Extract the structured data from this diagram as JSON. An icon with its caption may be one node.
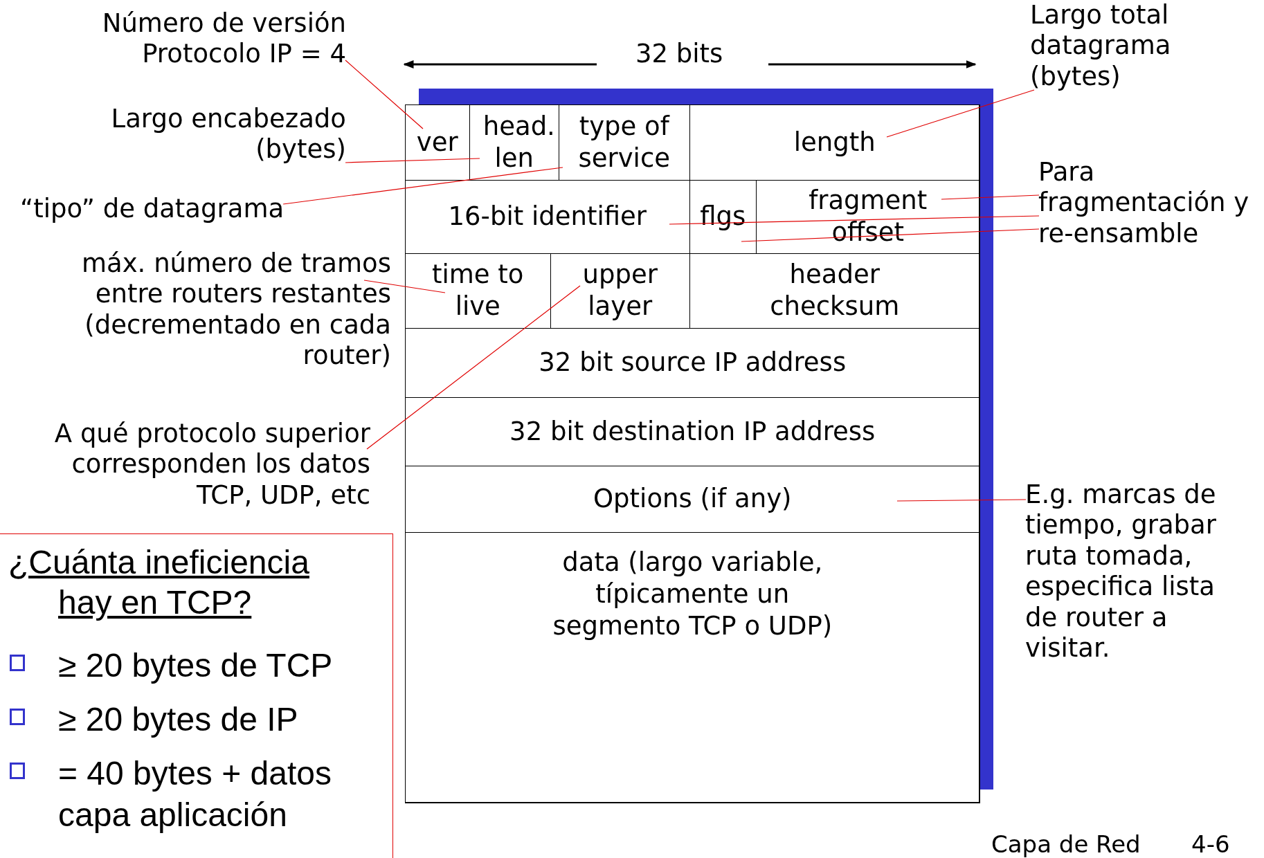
{
  "diagram": {
    "nodes": [
      {
        "text": [],
        "shape": "box"
      },
      {
        "text": [
          "ver"
        ],
        "in": 0
      },
      {
        "text": [
          "head. len"
        ],
        "in": 0
      },
      {
        "text": [
          "type of service"
        ],
        "in": 0
      },
      {
        "text": [
          "length"
        ],
        "in": 0
      },
      {
        "text": [
          "16-bit identifier"
        ],
        "in": 0
      },
      {
        "text": [
          "flgs"
        ],
        "in": 0
      },
      {
        "text": [
          "fragment offset"
        ],
        "in": 0
      },
      {
        "text": [
          "time to live"
        ],
        "in": 0
      },
      {
        "text": [
          "upper layer"
        ],
        "in": 0
      },
      {
        "text": [
          "header checksum"
        ],
        "in": 0
      },
      {
        "text": [
          "32 bit source IP address"
        ],
        "in": 0
      },
      {
        "text": [
          "32 bit destination IP address"
        ],
        "in": 0
      },
      {
        "text": [
          "Options (if any)"
        ],
        "in": 0
      },
      {
        "text": [
          "data (largo variable, típicamente un segmento TCP o UDP)"
        ],
        "in": 0
      },
      {
        "text": [
          "Número de versión Protocolo IP = 4"
        ]
      },
      {
        "text": [
          "Largo encabezado (bytes)"
        ]
      },
      {
        "text": [
          "“tipo” de datagrama"
        ]
      },
      {
        "text": [
          "Largo total datagrama (bytes)"
        ]
      },
      {
        "text": [
          "Para fragmentación y re-ensamble"
        ]
      },
      {
        "text": [
          "máx. número de tramos entre routers restantes (decrementado en cada router)"
        ]
      },
      {
        "text": [
          "A qué protocolo superior corresponden los datos TCP, UDP, etc"
        ]
      },
      {
        "text": [
          "E.g. marcas de tiempo, grabar ruta tomada, especifica lista de router a visitar."
        ]
      },
      {
        "text": [
          "¿Cuánta ineficiencia hay en TCP?",
          "≥ 20 bytes de TCP",
          "≥ 20 bytes de IP",
          "= 40 bytes + datos capa aplicación"
        ]
      }
    ],
    "edges": [
      {
        "from": 15,
        "to": 1,
        "arrow": "none"
      },
      {
        "from": 16,
        "to": 2,
        "arrow": "none"
      },
      {
        "from": 17,
        "to": 3,
        "arrow": "none"
      },
      {
        "from": 18,
        "to": 4,
        "arrow": "none"
      },
      {
        "from": 19,
        "to": 7,
        "arrow": "none"
      },
      {
        "from": 19,
        "to": 5,
        "arrow": "none"
      },
      {
        "from": 19,
        "to": 6,
        "arrow": "none"
      },
      {
        "from": 20,
        "to": 8,
        "arrow": "none"
      },
      {
        "from": 21,
        "to": 9,
        "arrow": "none"
      },
      {
        "from": 22,
        "to": 13,
        "arrow": "none"
      }
    ],
    "labels": [
      "32 bits",
      "Capa de Red",
      "4-6"
    ]
  }
}
